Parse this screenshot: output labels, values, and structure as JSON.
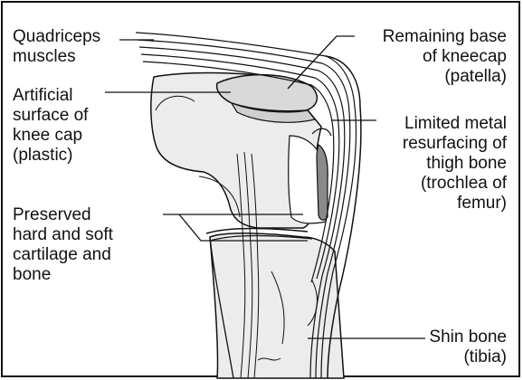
{
  "labels": {
    "quadriceps": "Quadriceps\nmuscles",
    "artificial_surface": "Artificial\nsurface of\nknee cap\n(plastic)",
    "preserved_cartilage": "Preserved\nhard and soft\ncartilage and\nbone",
    "remaining_base": "Remaining base\nof kneecap\n(patella)",
    "limited_metal": "Limited metal\nresurfacing of\nthigh bone\n(trochlea of\nfemur)",
    "shin_bone": "Shin bone\n(tibia)"
  },
  "colors": {
    "stroke": "#111111",
    "bone_fill": "#ececec",
    "muscle_fill": "#f4f4f4",
    "implant_fill": "#cfcfcf",
    "metal_fill": "#8a8a8a"
  }
}
